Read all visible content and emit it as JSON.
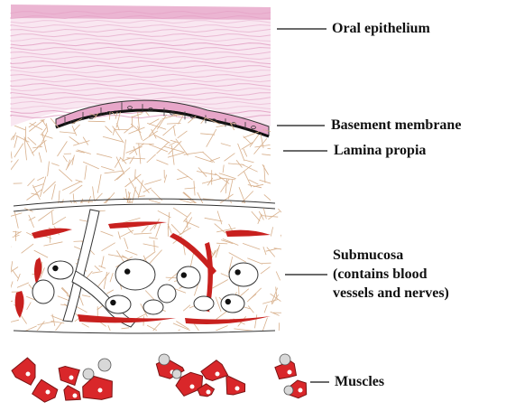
{
  "labels": {
    "oral_epithelium": "Oral epithelium",
    "basement_membrane": "Basement membrane",
    "lamina_propia": "Lamina propia",
    "submucosa_line1": "Submucosa",
    "submucosa_line2": "(contains blood",
    "submucosa_line3": "vessels and nerves)",
    "muscles": "Muscles"
  },
  "colors": {
    "epithelium": "#e6a0c4",
    "basement": "#e7a6c9",
    "fibers": "#d8b08c",
    "vessels": "#c8201e",
    "nerves": "#ffffff",
    "muscle": "#d9272a"
  }
}
